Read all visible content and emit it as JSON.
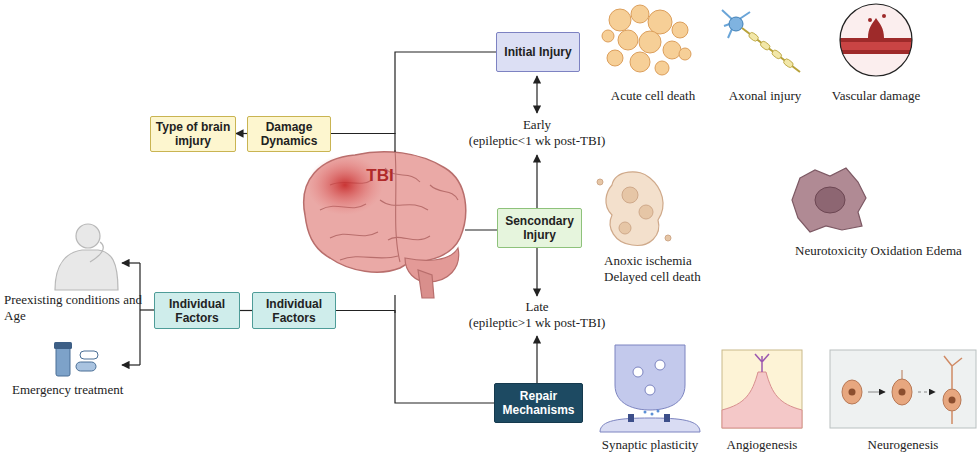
{
  "diagram": {
    "nodes": [
      {
        "text": [
          "Type of brain imjury"
        ]
      },
      {
        "text": [
          "Damage Dynamics"
        ]
      },
      {
        "text": [
          "Initial Injury"
        ]
      },
      {
        "text": [
          "Sencondary Injury"
        ]
      },
      {
        "text": [
          "Repair Mechanisms"
        ]
      },
      {
        "text": [
          "Individual Factors"
        ]
      },
      {
        "text": [
          "Individual Factors"
        ]
      }
    ],
    "edges": [
      {
        "from": 1,
        "to": 0,
        "arrow": "to"
      },
      {
        "from": 1,
        "to": 2,
        "arrow": "none"
      },
      {
        "from": 5,
        "to": 4,
        "arrow": "none"
      },
      {
        "from": 5,
        "to": 6,
        "arrow": "none"
      }
    ],
    "labels": [
      "Acute cell death",
      "Axonal injury",
      "Vascular damage",
      "TBI",
      "Early",
      "(epileptic<1 wk post-TBI)",
      "Anoxic ischemia",
      "Delayed cell death",
      "Neurotoxicity Oxidation Edema",
      "Late",
      "(epileptic>1 wk post-TBI)",
      "Preexisting conditions and Age",
      "Emergency treatment",
      "Synaptic plasticity",
      "Angiogenesis",
      "Neurogenesis"
    ]
  }
}
